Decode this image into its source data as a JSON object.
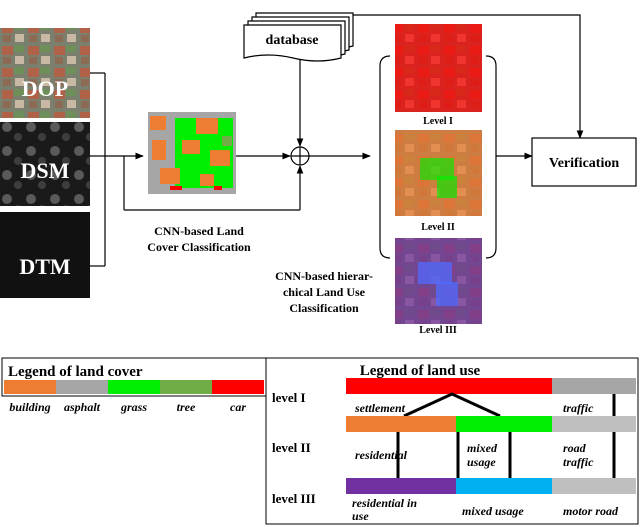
{
  "inputs": {
    "dop": "DOP",
    "dsm": "DSM",
    "dtm": "DTM"
  },
  "database": "database",
  "land_cover_caption": [
    "CNN-based Land",
    "Cover Classification"
  ],
  "land_use_caption": [
    "CNN-based hierar-",
    "chical Land Use",
    "Classification"
  ],
  "levels": [
    "Level I",
    "Level II",
    "Level III"
  ],
  "verification": "Verification",
  "legend_cover": {
    "title": "Legend of land cover",
    "classes": [
      {
        "label": "building",
        "color": "#ed7d31"
      },
      {
        "label": "asphalt",
        "color": "#a6a6a6"
      },
      {
        "label": "grass",
        "color": "#00ee00"
      },
      {
        "label": "tree",
        "color": "#70ad47"
      },
      {
        "label": "car",
        "color": "#ff0000"
      }
    ]
  },
  "legend_use": {
    "title": "Legend of land use",
    "level_labels": [
      "level I",
      "level II",
      "level III"
    ],
    "level1": [
      {
        "label": "settlement",
        "color": "#ff0000"
      },
      {
        "label": "traffic",
        "color": "#a6a6a6"
      }
    ],
    "level2": [
      {
        "label": "residential",
        "color": "#ed7d31"
      },
      {
        "label": "mixed usage",
        "lines": [
          "mixed",
          "usage"
        ],
        "color": "#00ee00"
      },
      {
        "label": "road traffic",
        "lines": [
          "road",
          "traffic"
        ],
        "color": "#bfbfbf"
      }
    ],
    "level3": [
      {
        "label": "residential in use",
        "lines": [
          "residential in",
          "use"
        ],
        "color": "#7030a0"
      },
      {
        "label": "mixed usage",
        "color": "#00b0f0"
      },
      {
        "label": "motor road",
        "color": "#bfbfbf"
      }
    ]
  }
}
